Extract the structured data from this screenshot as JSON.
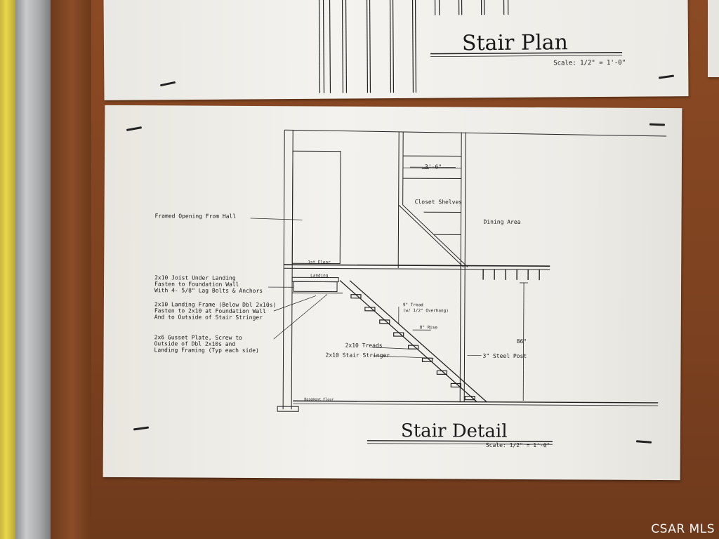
{
  "stair_plan": {
    "title": "Stair Plan",
    "scale": "Scale: 1/2\" = 1'-0\""
  },
  "stair_detail": {
    "title": "Stair Detail",
    "scale": "Scale: 1/2\" = 1'-0\"",
    "labels": {
      "framed_opening": "Framed Opening From Hall",
      "joist_1": "2x10 Joist Under Landing",
      "joist_2": "Fasten to Foundation Wall",
      "joist_3": "With 4- 5/8\" Lag Bolts & Anchors",
      "landing_1": "2x10 Landing Frame (Below Dbl 2x10s)",
      "landing_2": "Fasten to 2x10 at Foundation Wall",
      "landing_3": "And to Outside of Stair Stringer",
      "gusset_1": "2x6 Gusset Plate, Screw to",
      "gusset_2": "Outside of Dbl 2x10s and",
      "gusset_3": "Landing Framing (Typ each side)",
      "closet_dim": "3'-6\"",
      "closet_shelves": "Closet Shelves",
      "dining_area": "Dining Area",
      "first_floor": "1st Floor",
      "landing": "Landing",
      "tread_1": "9\" Tread",
      "tread_2": "(w/ 1/2\" Overhang)",
      "rise": "8\" Rise",
      "height": "86\"",
      "treads": "2x10 Treads",
      "stringer": "2x10 Stair Stringer",
      "steel_post": "3\" Steel Post",
      "basement_floor": "Basement Floor"
    }
  },
  "watermark": "CSAR MLS"
}
